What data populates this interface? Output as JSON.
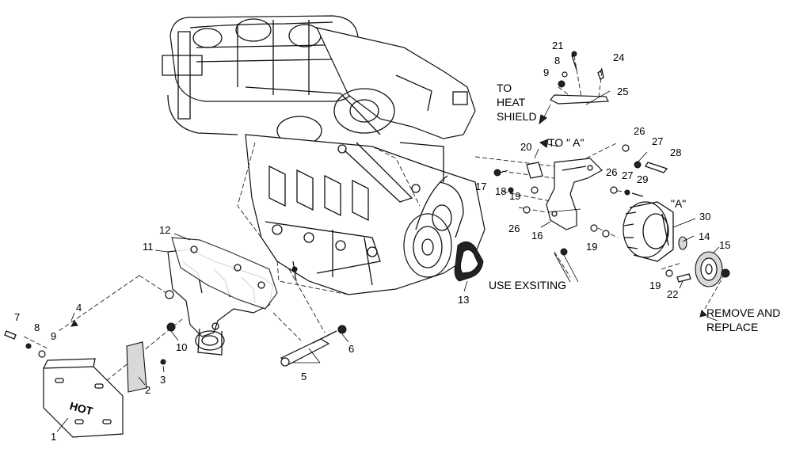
{
  "callouts": [
    "1",
    "2",
    "3",
    "4",
    "5",
    "6",
    "7",
    "8",
    "9",
    "10",
    "11",
    "12",
    "13",
    "14",
    "15",
    "16",
    "17",
    "18",
    "19",
    "20",
    "21",
    "22",
    "24",
    "25",
    "26",
    "27",
    "28",
    "29",
    "30"
  ],
  "notes": {
    "heat_shield_1": "TO",
    "heat_shield_2": "HEAT",
    "heat_shield_3": "SHIELD",
    "to_a": "TO \" A\"",
    "view_a": "\"A\"",
    "use_existing": "USE EXSITING",
    "remove_1": "REMOVE AND",
    "remove_2": "REPLACE",
    "hot_plate": "HOT"
  }
}
